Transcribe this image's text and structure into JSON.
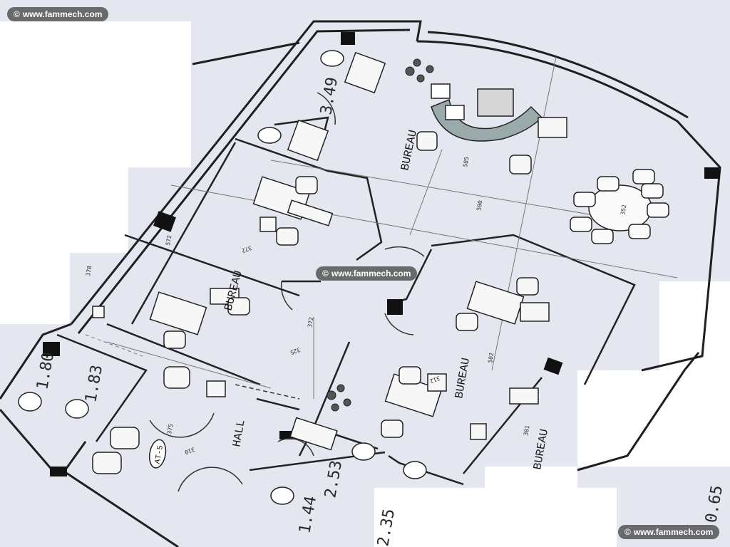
{
  "watermark": {
    "symbol": "©",
    "text": "www.fammech.com"
  },
  "plan": {
    "rooms": [
      {
        "id": "bureau-top",
        "text": "BUREAU"
      },
      {
        "id": "bureau-left",
        "text": "BUREAU"
      },
      {
        "id": "bureau-right",
        "text": "BUREAU"
      },
      {
        "id": "bureau-edge",
        "text": "BUREAU"
      },
      {
        "id": "hall",
        "text": "HALL"
      },
      {
        "id": "tag",
        "text": "AT-5"
      }
    ],
    "dimensions_large": [
      "3.49",
      "1.80",
      "1.83",
      "2.53",
      "1.44",
      "2.35",
      "0.65"
    ],
    "dimensions_small": [
      "590",
      "585",
      "372",
      "572",
      "378",
      "375",
      "310",
      "372",
      "502",
      "325",
      "381",
      "352",
      "312"
    ]
  }
}
